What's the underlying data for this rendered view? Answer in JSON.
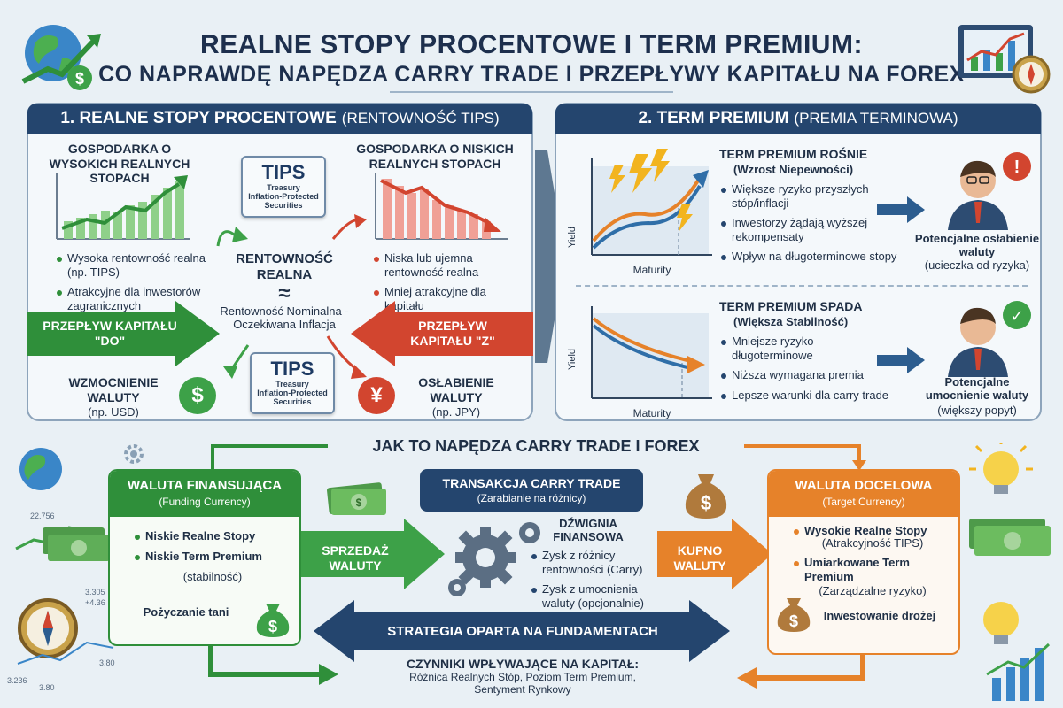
{
  "title": {
    "line1": "REALNE STOPY PROCENTOWE I TERM PREMIUM:",
    "line2": "CO NAPRAWDĘ NAPĘDZA CARRY TRADE I PRZEPŁYWY KAPITAŁU NA FOREX"
  },
  "section1": {
    "heading": "1. REALNE STOPY PROCENTOWE",
    "heading_sub": "(RENTOWNOŚĆ TIPS)",
    "high": {
      "title": "GOSPODARKA O WYSOKICH REALNYCH STOPACH",
      "bullets": [
        "Wysoka rentowność realna (np. TIPS)",
        "Atrakcyjne dla inwestorów zagranicznych"
      ]
    },
    "low": {
      "title": "GOSPODARKA O NISKICH REALNYCH STOPACH",
      "bullets": [
        "Niska lub ujemna rentowność realna",
        "Mniej atrakcyjne dla kapitału"
      ]
    },
    "tips": {
      "label": "TIPS",
      "line1": "Treasury",
      "line2": "Inflation-Protected",
      "line3": "Securities"
    },
    "formula": {
      "label": "RENTOWNOŚĆ REALNA",
      "approx": "≈",
      "text": "Rentowność Nominalna - Oczekiwana Inflacja"
    },
    "flow_in": "PRZEPŁYW KAPITAŁU \"DO\"",
    "flow_out": "PRZEPŁYW KAPITAŁU \"Z\"",
    "strengthen": {
      "title": "WZMOCNIENIE WALUTY",
      "example": "(np. USD)",
      "symbol": "$"
    },
    "weaken": {
      "title": "OSŁABIENIE WALUTY",
      "example": "(np. JPY)",
      "symbol": "¥"
    }
  },
  "section2": {
    "heading": "2. TERM PREMIUM",
    "heading_sub": "(PREMIA TERMINOWA)",
    "rising": {
      "title": "TERM PREMIUM ROŚNIE",
      "subtitle": "(Wzrost Niepewności)",
      "bullets": [
        "Większe ryzyko przyszłych stóp/inflacji",
        "Inwestorzy żądają wyższej rekompensaty",
        "Wpływ na długoterminowe stopy"
      ],
      "result": "Potencjalne osłabienie waluty",
      "result_sub": "(ucieczka od ryzyka)",
      "badge": "!"
    },
    "falling": {
      "title": "TERM PREMIUM SPADA",
      "subtitle": "(Większa Stabilność)",
      "bullets": [
        "Mniejsze ryzyko długoterminowe",
        "Niższa wymagana premia",
        "Lepsze warunki dla carry trade"
      ],
      "result": "Potencjalne umocnienie waluty",
      "result_sub": "(większy popyt)",
      "badge": "✓"
    },
    "axis_y": "Yield",
    "axis_x": "Maturity"
  },
  "section3": {
    "heading": "JAK TO NAPĘDZA CARRY TRADE I FOREX",
    "funding": {
      "title": "WALUTA FINANSUJĄCA",
      "subtitle": "(Funding Currency)",
      "bullets": [
        "Niskie Realne Stopy",
        "Niskie Term Premium"
      ],
      "note": "(stabilność)",
      "footer": "Pożyczanie tani"
    },
    "sell": "SPRZEDAŻ WALUTY",
    "trade": {
      "title": "TRANSAKCJA CARRY TRADE",
      "subtitle": "(Zarabianie na różnicy)",
      "leverage": "DŹWIGNIA FINANSOWA",
      "bullets": [
        "Zysk z różnicy rentowności (Carry)",
        "Zysk z umocnienia waluty (opcjonalnie)"
      ]
    },
    "buy": "KUPNO WALUTY",
    "target": {
      "title": "WALUTA DOCELOWA",
      "subtitle": "(Target Currency)",
      "bullets": [
        "Wysokie Realne Stopy",
        "Umiarkowane Term Premium"
      ],
      "notes": [
        "(Atrakcyjność TIPS)",
        "(Zarządzalne ryzyko)"
      ],
      "footer": "Inwestowanie drożej"
    },
    "strategy": "STRATEGIA OPARTA NA FUNDAMENTACH",
    "factors": {
      "title": "CZYNNIKI WPŁYWAJĄCE NA KAPITAŁ:",
      "line1": "Różnica Realnych Stóp, Poziom Term Premium,",
      "line2": "Sentyment Rynkowy"
    },
    "deco_numbers": [
      "22.756",
      "3.305",
      "+4.36",
      "3.80",
      "3.236",
      "3.80"
    ]
  },
  "colors": {
    "navy": "#24456e",
    "green": "#2f8f3a",
    "red": "#d2452f",
    "orange": "#e6822a",
    "blue_arrow": "#2c5d8f"
  }
}
